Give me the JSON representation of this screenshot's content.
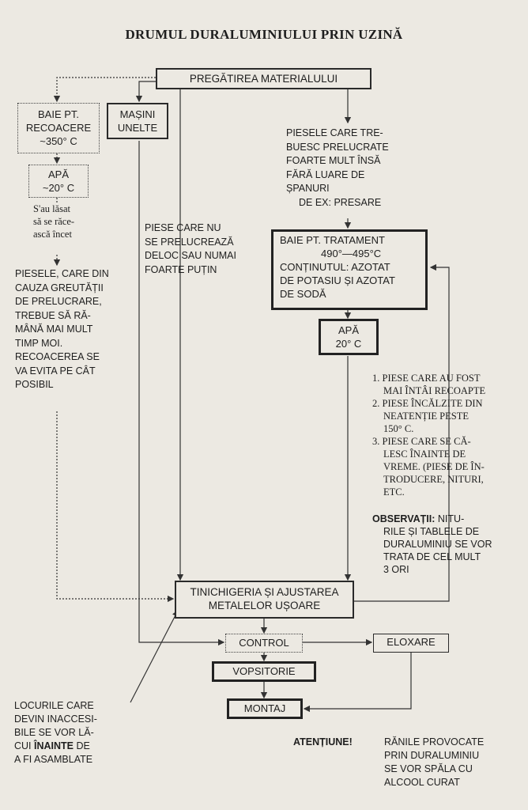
{
  "title": "DRUMUL DURALUMINIULUI PRIN UZINĂ",
  "boxes": {
    "pregatirea": "PREGĂTIREA MATERIALULUI",
    "baie_recoacere": [
      "BAIE PT.",
      "RECOACERE",
      "~350° C"
    ],
    "masini": [
      "MAȘINI",
      "UNELTE"
    ],
    "apa_left": [
      "APĂ",
      "~20° C"
    ],
    "baie_tratament": [
      "BAIE PT. TRATAMENT",
      "490°—495°C",
      "CONȚINUTUL: AZOTAT",
      "DE POTASIU ȘI AZOTAT",
      "DE SODĂ"
    ],
    "apa_right": [
      "APĂ",
      "20° C"
    ],
    "tinichigeria": [
      "TINICHIGERIA ȘI AJUSTAREA",
      "METALELOR UȘOARE"
    ],
    "control": "CONTROL",
    "eloxare": "ELOXARE",
    "vopsitorie": "VOPSITORIE",
    "montaj": "MONTAJ"
  },
  "notes": {
    "lasat": [
      "S'au lăsat",
      "să se răce-",
      "ască încet"
    ],
    "piesele_greutatii": [
      "PIESELE, CARE DIN",
      "CAUZA GREUTĂȚII",
      "DE PRELUCRARE,",
      "TREBUE SĂ RĂ-",
      "MÂNĂ MAI MULT",
      "TIMP MOI.",
      "RECOACEREA SE",
      "VA EVITA PE CÂT",
      "POSIBIL"
    ],
    "piese_nu": [
      "PIESE CARE NU",
      "SE PRELUCREAZĂ",
      "DELOC SAU NUMAI",
      "FOARTE PUȚIN"
    ],
    "piesele_trebuesc": [
      "PIESELE CARE TRE-",
      "BUESC PRELUCRATE",
      "FOARTE MULT ÎNSĂ",
      "FĂRĂ LUARE DE",
      "ȘPANURI",
      "DE EX: PRESARE"
    ],
    "list": [
      "1. PIESE CARE AU FOST",
      "MAI ÎNTÂI RECOAPTE",
      "2. PIESE ÎNCĂLZITE DIN",
      "NEATENȚIE PESTE",
      "150° C.",
      "3. PIESE CARE SE CĂ-",
      "LESC ÎNAINTE DE",
      "VREME. (PIESE DE ÎN-",
      "TRODUCERE, NITURI,",
      "ETC."
    ],
    "observatii_label": "OBSERVAȚII:",
    "observatii": [
      "NITU-",
      "RILE ȘI TABLELE DE",
      "DURALUMINIU SE VOR",
      "TRATA DE CEL MULT",
      "3 ORI"
    ],
    "locurile": [
      "LOCURILE CARE",
      "DEVIN INACCESI-",
      "BILE SE VOR LĂ-",
      "CUI",
      "ÎNAINTE",
      "DE",
      "A FI ASAMBLATE"
    ],
    "atentiune_label": "ATENȚIUNE!",
    "atentiune": [
      "RĂNILE PROVOCATE",
      "PRIN DURALUMINIU",
      "SE VOR SPĂLA CU",
      "ALCOOL CURAT"
    ]
  }
}
